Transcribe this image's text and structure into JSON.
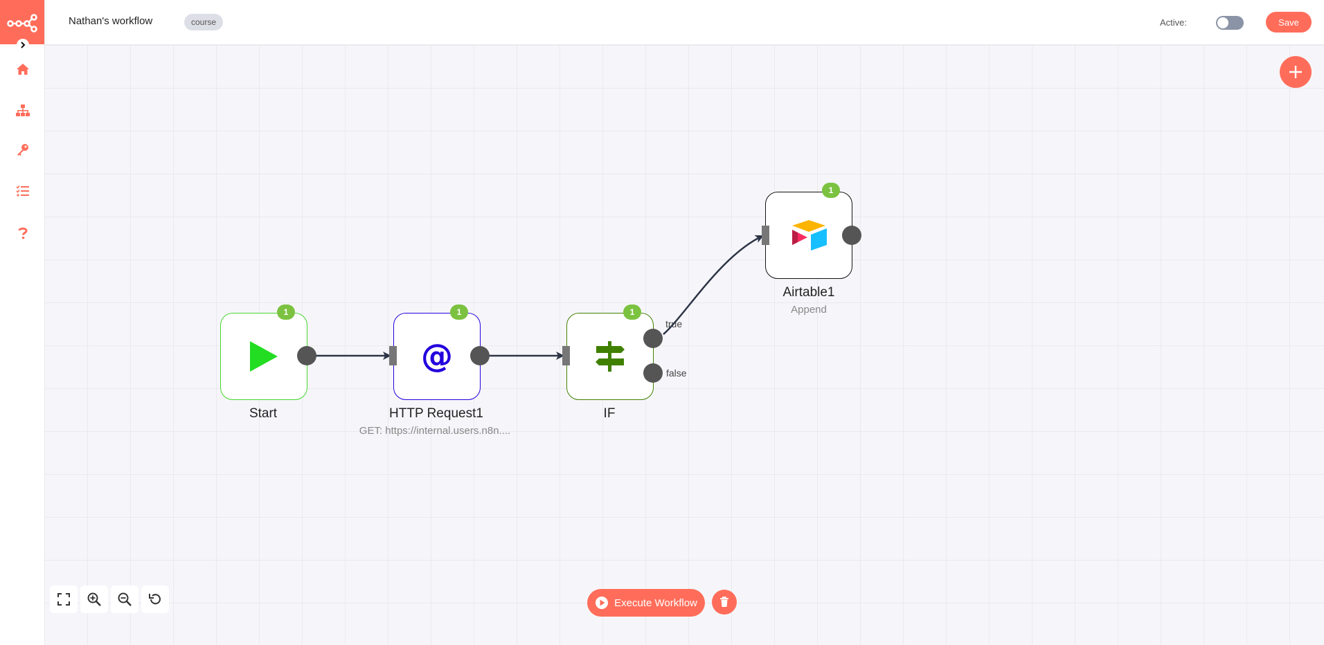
{
  "header": {
    "workflow_name": "Nathan's workflow",
    "tag": "course",
    "active_label": "Active:",
    "active": false,
    "save_label": "Save"
  },
  "sidebar": {
    "items": [
      {
        "name": "home",
        "icon": "home-icon"
      },
      {
        "name": "workflows",
        "icon": "network-icon"
      },
      {
        "name": "credentials",
        "icon": "key-icon"
      },
      {
        "name": "executions",
        "icon": "tasks-icon"
      },
      {
        "name": "help",
        "icon": "question-icon"
      }
    ]
  },
  "nodes": {
    "start": {
      "label": "Start",
      "badge": "1"
    },
    "http": {
      "label": "HTTP Request1",
      "subtitle": "GET: https://internal.users.n8n....",
      "badge": "1"
    },
    "if": {
      "label": "IF",
      "badge": "1",
      "true_label": "true",
      "false_label": "false"
    },
    "airtable": {
      "label": "Airtable1",
      "subtitle": "Append",
      "badge": "1"
    }
  },
  "footer": {
    "execute_label": "Execute Workflow"
  },
  "colors": {
    "accent": "#ff6d5a",
    "start_border": "#44d62c",
    "http_border": "#2200dd",
    "if_border": "#408000",
    "badge": "#7cc241"
  }
}
